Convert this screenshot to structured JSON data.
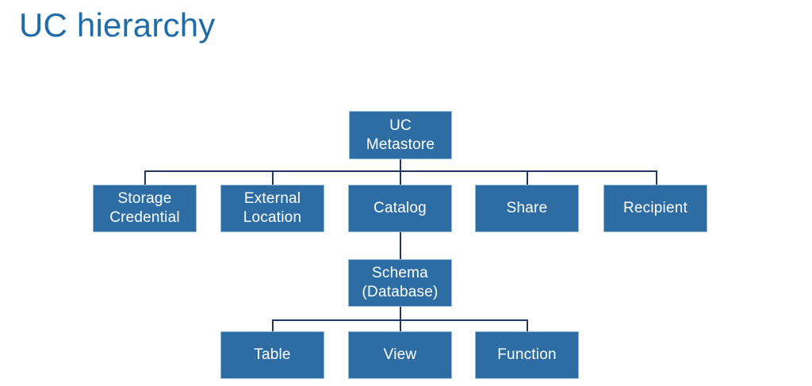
{
  "slide": {
    "title": "UC hierarchy",
    "title_color": "#1F6CA8",
    "background_color": "#FFFFFF"
  },
  "theme": {
    "node_fill": "#2E6DA4",
    "node_border": "#8FB8DA",
    "node_text": "#FFFFFF",
    "connector_color": "#203864"
  },
  "diagram": {
    "type": "hierarchy-tree",
    "root": "UC Metastore",
    "levels": [
      {
        "level": 0,
        "nodes": [
          {
            "id": "uc-metastore",
            "label": "UC\nMetastore"
          }
        ]
      },
      {
        "level": 1,
        "parent": "uc-metastore",
        "nodes": [
          {
            "id": "storage-credential",
            "label": "Storage\nCredential"
          },
          {
            "id": "external-location",
            "label": "External\nLocation"
          },
          {
            "id": "catalog",
            "label": "Catalog"
          },
          {
            "id": "share",
            "label": "Share"
          },
          {
            "id": "recipient",
            "label": "Recipient"
          }
        ]
      },
      {
        "level": 2,
        "parent": "catalog",
        "nodes": [
          {
            "id": "schema",
            "label": "Schema\n(Database)"
          }
        ]
      },
      {
        "level": 3,
        "parent": "schema",
        "nodes": [
          {
            "id": "table",
            "label": "Table"
          },
          {
            "id": "view",
            "label": "View"
          },
          {
            "id": "function",
            "label": "Function"
          }
        ]
      }
    ],
    "nodes": {
      "uc_metastore": "UC\nMetastore",
      "storage_credential": "Storage\nCredential",
      "external_location": "External\nLocation",
      "catalog": "Catalog",
      "share": "Share",
      "recipient": "Recipient",
      "schema": "Schema\n(Database)",
      "table": "Table",
      "view": "View",
      "function": "Function"
    }
  }
}
